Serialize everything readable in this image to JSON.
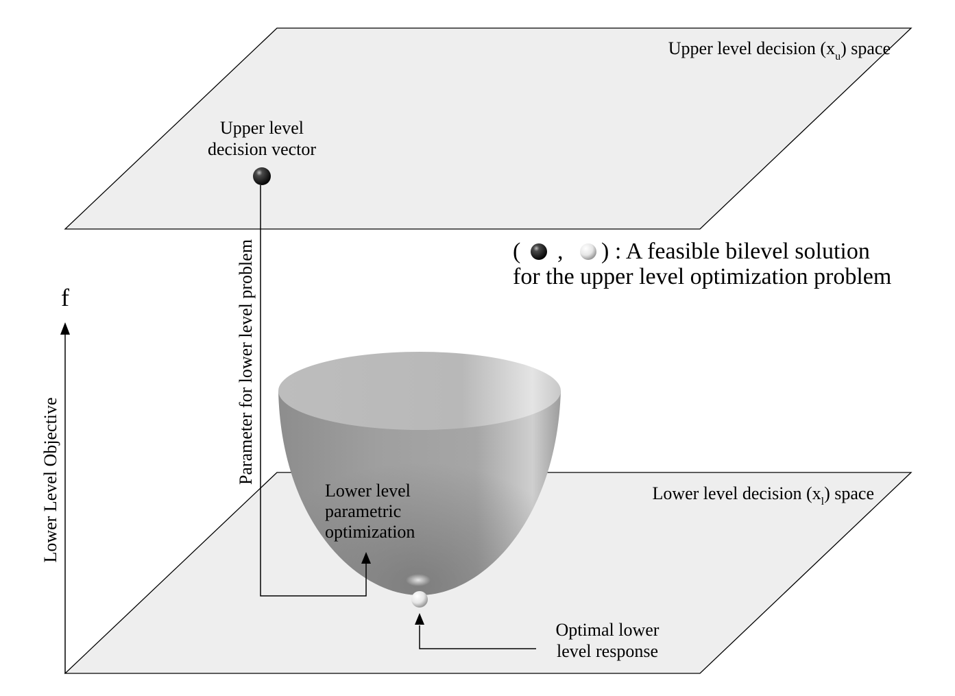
{
  "upper_plane": {
    "label_prefix": "Upper level decision (x",
    "label_sub": "u",
    "label_suffix": ") space"
  },
  "lower_plane": {
    "label_prefix": "Lower level decision (x",
    "label_sub": "l",
    "label_suffix": ") space"
  },
  "upper_vector": {
    "line1": "Upper level",
    "line2": "decision vector"
  },
  "parameter_label": "Parameter for lower level problem",
  "legend": {
    "open_paren": "(",
    "comma": ",",
    "close_text": ") : A feasible bilevel solution",
    "line2": "for the upper level optimization problem"
  },
  "axis": {
    "f_label": "f",
    "title": "Lower Level Objective"
  },
  "bowl_label": {
    "line1": "Lower level",
    "line2": "parametric",
    "line3": "optimization"
  },
  "optimal_label": {
    "line1": "Optimal lower",
    "line2": "level response"
  },
  "colors": {
    "plane_fill": "#eeeeee",
    "bowl": "#9a9a9a",
    "dark_sphere": "#1a1a1a",
    "light_sphere": "#f2f2f2"
  }
}
